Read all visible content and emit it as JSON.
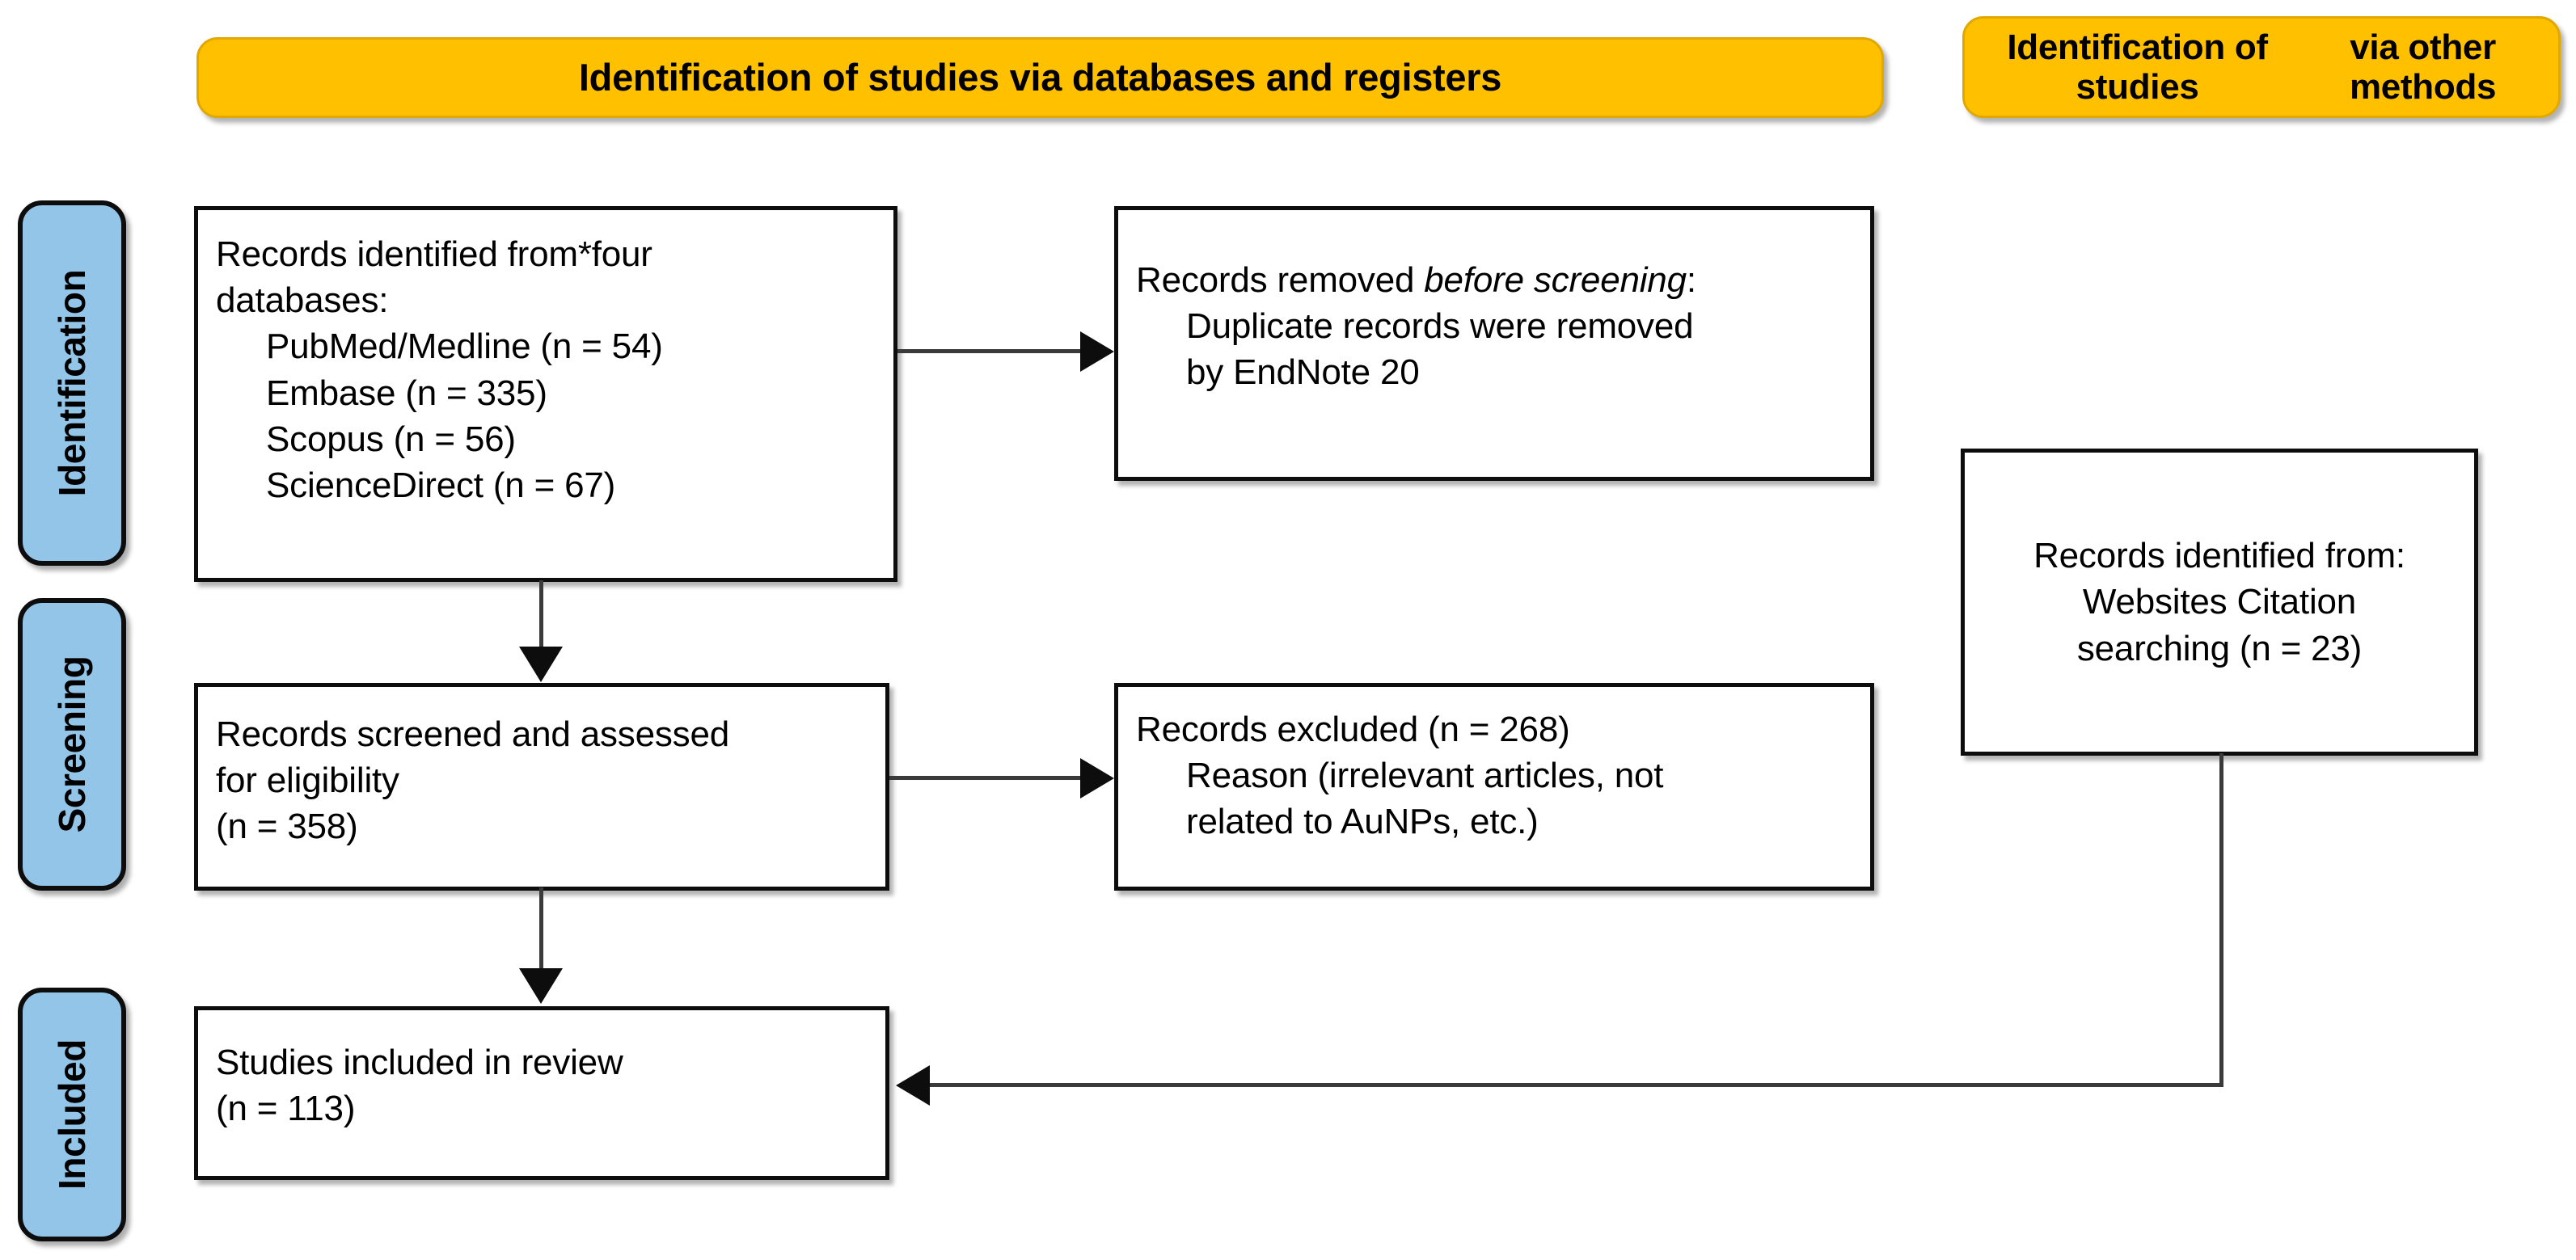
{
  "headers": {
    "databases": "Identification of studies via databases and registers",
    "other_methods": "Identification of studies\nvia other methods"
  },
  "stages": [
    {
      "key": "identification",
      "label": "Identification"
    },
    {
      "key": "screening",
      "label": "Screening"
    },
    {
      "key": "included",
      "label": "Included"
    }
  ],
  "boxes": {
    "identified": {
      "lines": [
        "Records identified from*four",
        "databases:",
        "PubMed/Medline (n = 54)",
        "Embase (n = 335)",
        "Scopus (n = 56)",
        "ScienceDirect (n = 67)"
      ],
      "databases": [
        {
          "name": "PubMed/Medline",
          "n": 54
        },
        {
          "name": "Embase",
          "n": 335
        },
        {
          "name": "Scopus",
          "n": 56
        },
        {
          "name": "ScienceDirect",
          "n": 67
        }
      ]
    },
    "removed": {
      "line1_prefix": "Records removed ",
      "line1_italic": "before screening",
      "line1_suffix": ":",
      "line2": "Duplicate records were removed",
      "line3": "by EndNote 20",
      "tool": "EndNote 20"
    },
    "screened": {
      "line1": "Records screened and assessed",
      "line2": "for eligibility",
      "line3": "(n = 358)",
      "n": 358
    },
    "excluded": {
      "line1": "Records excluded (n = 268)",
      "line2": "Reason (irrelevant articles, not",
      "line3": "related to AuNPs, etc.)",
      "n": 268,
      "reason": "irrelevant articles, not related to AuNPs, etc."
    },
    "included": {
      "line1": "Studies included in review",
      "line2": "(n = 113)",
      "n": 113
    },
    "other_source": {
      "line1": "Records identified from:",
      "line2": "Websites Citation",
      "line3": "searching (n = 23)",
      "n": 23
    }
  },
  "colors": {
    "header_orange": "#FFC000",
    "header_orange_border": "#E0A800",
    "stage_blue": "#92C5E8",
    "box_border": "#0D0D0D",
    "connector": "#3A3A3A",
    "background": "#FFFFFF"
  }
}
